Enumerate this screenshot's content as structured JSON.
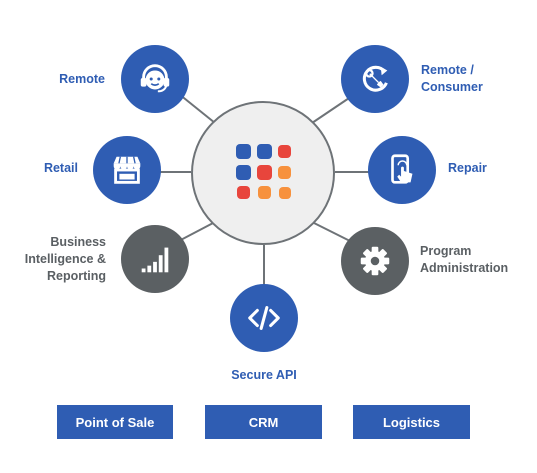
{
  "colors": {
    "primary_blue": "#2f5db3",
    "gray": "#5b6063",
    "hub_fill": "#efefef",
    "dot_blue": "#2f5db3",
    "dot_red": "#e8453c",
    "dot_orange": "#f7913d"
  },
  "hub": {
    "icon": "app-grid-icon",
    "dots": [
      "blue",
      "blue",
      "red",
      "blue",
      "red",
      "orange",
      "red",
      "orange",
      "orange"
    ]
  },
  "nodes": {
    "remote": {
      "label": "Remote",
      "icon": "headset-icon"
    },
    "remote_consumer": {
      "label_line1": "Remote /",
      "label_line2": "Consumer",
      "icon": "refresh-wrench-icon"
    },
    "retail": {
      "label": "Retail",
      "icon": "storefront-icon"
    },
    "repair": {
      "label": "Repair",
      "icon": "phone-touch-icon"
    },
    "bi": {
      "label_line1": "Business",
      "label_line2": "Intelligence &",
      "label_line3": "Reporting",
      "icon": "signal-bars-icon"
    },
    "program_admin": {
      "label_line1": "Program",
      "label_line2": "Administration",
      "icon": "gear-icon"
    },
    "secure_api": {
      "label": "Secure API",
      "icon": "code-brackets-icon"
    }
  },
  "buttons": {
    "point_of_sale": "Point of Sale",
    "crm": "CRM",
    "logistics": "Logistics"
  }
}
